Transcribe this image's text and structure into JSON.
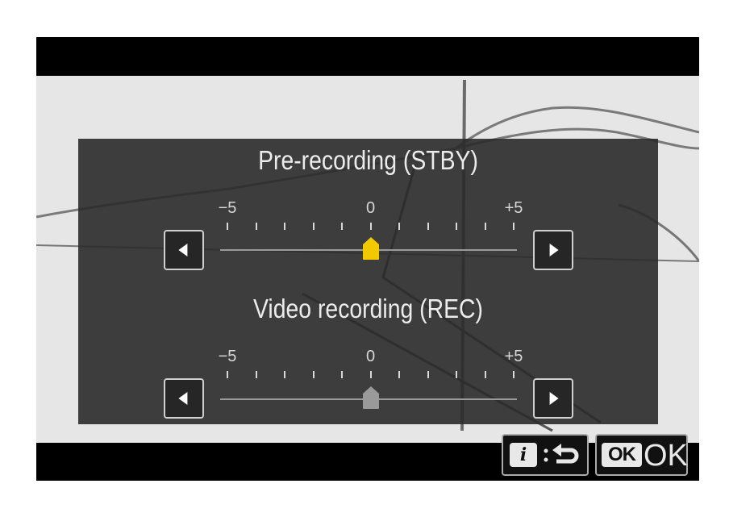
{
  "sections": [
    {
      "title": "Pre-recording (STBY)",
      "scale": {
        "min_label": "−5",
        "mid_label": "0",
        "max_label": "+5"
      },
      "value": 0,
      "marker_color": "#f2c800"
    },
    {
      "title": "Video recording (REC)",
      "scale": {
        "min_label": "−5",
        "mid_label": "0",
        "max_label": "+5"
      },
      "value": 0,
      "marker_color": "#9a9a9a"
    }
  ],
  "buttons": {
    "decrease_icon": "left-arrow-icon",
    "increase_icon": "right-arrow-icon"
  },
  "footer": {
    "info_key_label": "i",
    "return_icon": "return-arrow-icon",
    "ok_key_badge": "OK",
    "ok_key_text": "OK"
  }
}
